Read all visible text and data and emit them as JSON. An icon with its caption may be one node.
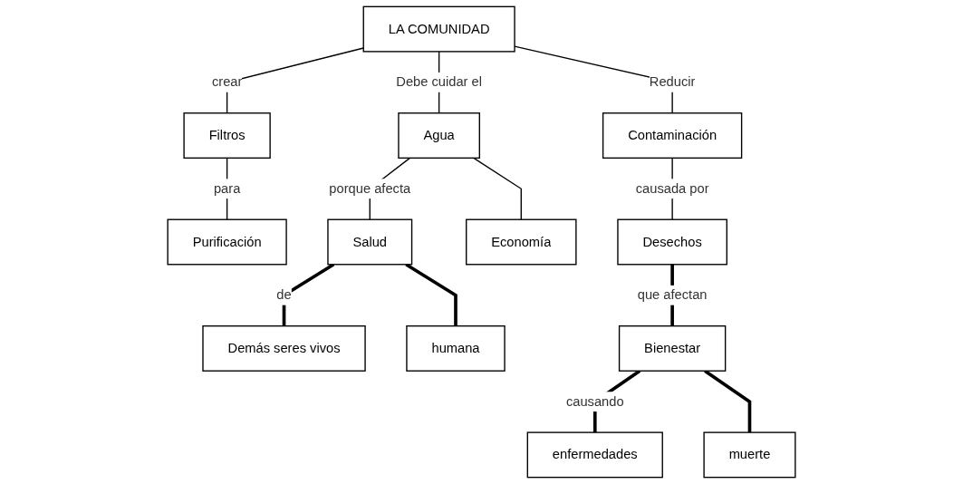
{
  "diagram": {
    "nodes": [
      {
        "text": [
          "LA COMUNIDAD"
        ]
      },
      {
        "text": [
          "Filtros"
        ]
      },
      {
        "text": [
          "Agua"
        ]
      },
      {
        "text": [
          "Contaminación"
        ]
      },
      {
        "text": [
          "Purificación"
        ]
      },
      {
        "text": [
          "Salud"
        ]
      },
      {
        "text": [
          "Economía"
        ]
      },
      {
        "text": [
          "Desechos"
        ]
      },
      {
        "text": [
          "Demás seres vivos"
        ]
      },
      {
        "text": [
          "humana"
        ]
      },
      {
        "text": [
          "Bienestar"
        ]
      },
      {
        "text": [
          "enfermedades"
        ]
      },
      {
        "text": [
          "muerte"
        ]
      }
    ],
    "edges": [
      {
        "from": 0,
        "to": 1,
        "arrow": "none",
        "label": "crear"
      },
      {
        "from": 0,
        "to": 2,
        "arrow": "none",
        "label": "Debe cuidar el"
      },
      {
        "from": 0,
        "to": 3,
        "arrow": "none",
        "label": "Reducir"
      },
      {
        "from": 1,
        "to": 4,
        "arrow": "none",
        "label": "para"
      },
      {
        "from": 2,
        "to": 5,
        "arrow": "none",
        "label": "porque afecta"
      },
      {
        "from": 2,
        "to": 6,
        "arrow": "none"
      },
      {
        "from": 3,
        "to": 7,
        "arrow": "none",
        "label": "causada por"
      },
      {
        "from": 5,
        "to": 8,
        "arrow": "none",
        "style": "thick",
        "label": "de"
      },
      {
        "from": 5,
        "to": 9,
        "arrow": "none",
        "style": "thick"
      },
      {
        "from": 7,
        "to": 10,
        "arrow": "none",
        "style": "thick",
        "label": "que afectan"
      },
      {
        "from": 10,
        "to": 11,
        "arrow": "none",
        "style": "thick",
        "label": "causando"
      },
      {
        "from": 10,
        "to": 12,
        "arrow": "none",
        "style": "thick"
      }
    ]
  }
}
